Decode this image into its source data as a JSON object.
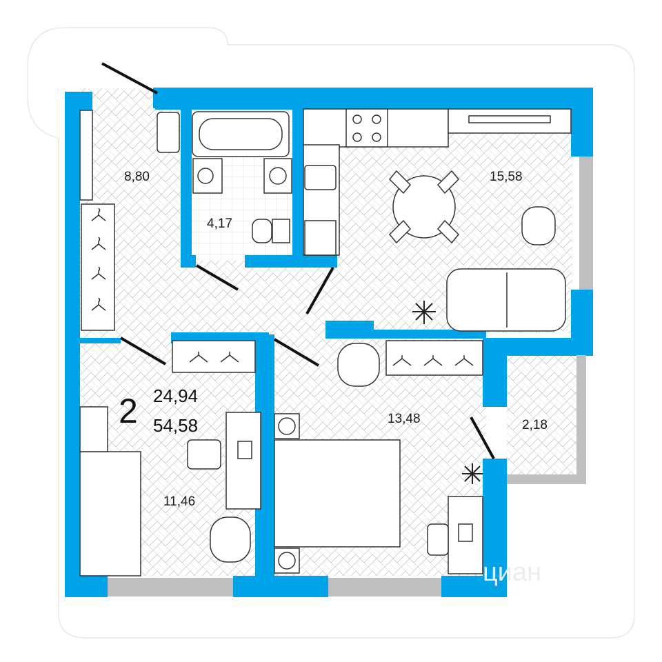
{
  "plan": {
    "rooms_count": "2",
    "living_area": "24,94",
    "total_area": "54,58",
    "rooms": [
      {
        "id": "hallway",
        "area": "8,80"
      },
      {
        "id": "bathroom",
        "area": "4,17"
      },
      {
        "id": "kitchen-living",
        "area": "15,58"
      },
      {
        "id": "bedroom-small",
        "area": "11,46"
      },
      {
        "id": "bedroom-large",
        "area": "13,48"
      },
      {
        "id": "balcony",
        "area": "2,18"
      }
    ],
    "watermark": "циан"
  },
  "colors": {
    "wall": "#00a2e8",
    "floor_pattern": "#d4d4d4",
    "window": "#bfbfbf",
    "lines": "#222222"
  }
}
